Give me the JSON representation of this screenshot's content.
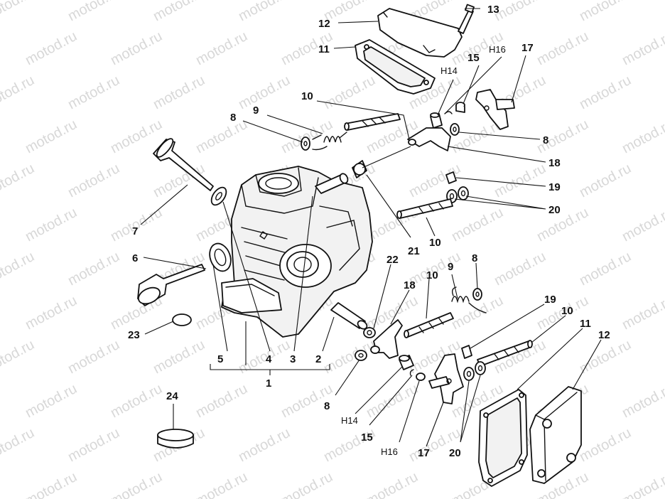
{
  "watermark": "motod.ru",
  "callouts": {
    "c1": "1",
    "c2": "2",
    "c3": "3",
    "c4": "4",
    "c5": "5",
    "c6": "6",
    "c7": "7",
    "c8": "8",
    "c9": "9",
    "c10": "10",
    "c11": "11",
    "c12": "12",
    "c13": "13",
    "c14": "H14",
    "c15": "15",
    "c16": "H16",
    "c17": "17",
    "c18": "18",
    "c19": "19",
    "c20": "20",
    "c21": "21",
    "c22": "22",
    "c23": "23",
    "c24": "24"
  }
}
